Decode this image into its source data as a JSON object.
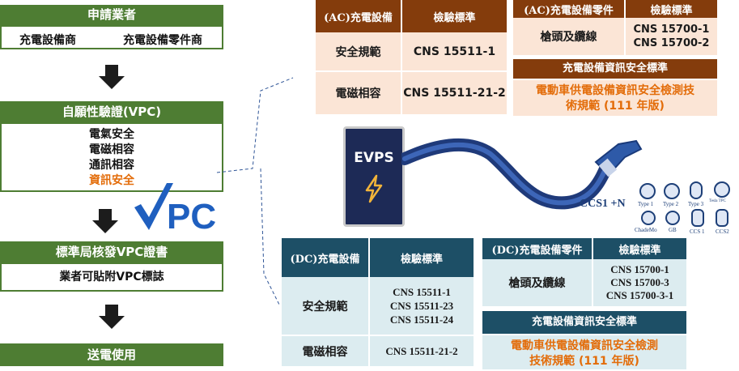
{
  "flow": {
    "applicant_title": "申請業者",
    "applicant_a": "充電設備商",
    "applicant_b": "充電設備零件商",
    "vpc_title": "自願性驗證(VPC)",
    "vpc_items": [
      "電氣安全",
      "電磁相容",
      "通訊相容",
      "資訊安全"
    ],
    "bsmi_title": "標準局核發VPC證書",
    "bsmi_sub": "業者可貼附VPC標誌",
    "delivery": "送電使用",
    "vpc_logo": "VPC"
  },
  "ac_table": {
    "head_equipment": "(AC)充電設備",
    "head_standard": "檢驗標準",
    "rows": [
      {
        "item": "安全規範",
        "std": "CNS 15511-1"
      },
      {
        "item": "電磁相容",
        "std": "CNS 15511-21-2"
      }
    ]
  },
  "ac_parts": {
    "head_part": "(AC)充電設備零件",
    "head_standard": "檢驗標準",
    "item": "槍頭及纜線",
    "std1": "CNS 15700-1",
    "std2": "CNS 15700-2",
    "infosec_title": "充電設備資訊安全標準",
    "infosec_body": "電動車供電設備資訊安全檢測技術規範 (111 年版)"
  },
  "evps": {
    "label": "EVPS",
    "connector_text": "CCS1 +N",
    "connectors": [
      "Type 1",
      "Type 2",
      "Type 3",
      "Tesla TPC",
      "ChadeMo",
      "GB",
      "CCS 1",
      "CCS2"
    ]
  },
  "dc_table": {
    "head_equipment": "(DC)充電設備",
    "head_standard": "檢驗標準",
    "rows": [
      {
        "item": "安全規範",
        "std": [
          "CNS 15511-1",
          "CNS 15511-23",
          "CNS 15511-24"
        ]
      },
      {
        "item": "電磁相容",
        "std": [
          "CNS 15511-21-2"
        ]
      }
    ]
  },
  "dc_parts": {
    "head_part": "(DC)充電設備零件",
    "head_standard": "檢驗標準",
    "item": "槍頭及纜線",
    "std1": "CNS 15700-1",
    "std2": "CNS 15700-3",
    "std3": "CNS 15700-3-1",
    "infosec_title": "充電設備資訊安全標準",
    "infosec_body": "電動車供電設備資訊安全檢測技術規範 (111 年版)"
  },
  "colors": {
    "green": "#4e7d33",
    "ac_brown": "#843c0c",
    "ac_peach": "#fbe5d6",
    "dc_teal": "#1d4f66",
    "dc_light": "#dcecf0",
    "orange": "#e36c09",
    "vpc_blue": "#1f5fbf"
  }
}
